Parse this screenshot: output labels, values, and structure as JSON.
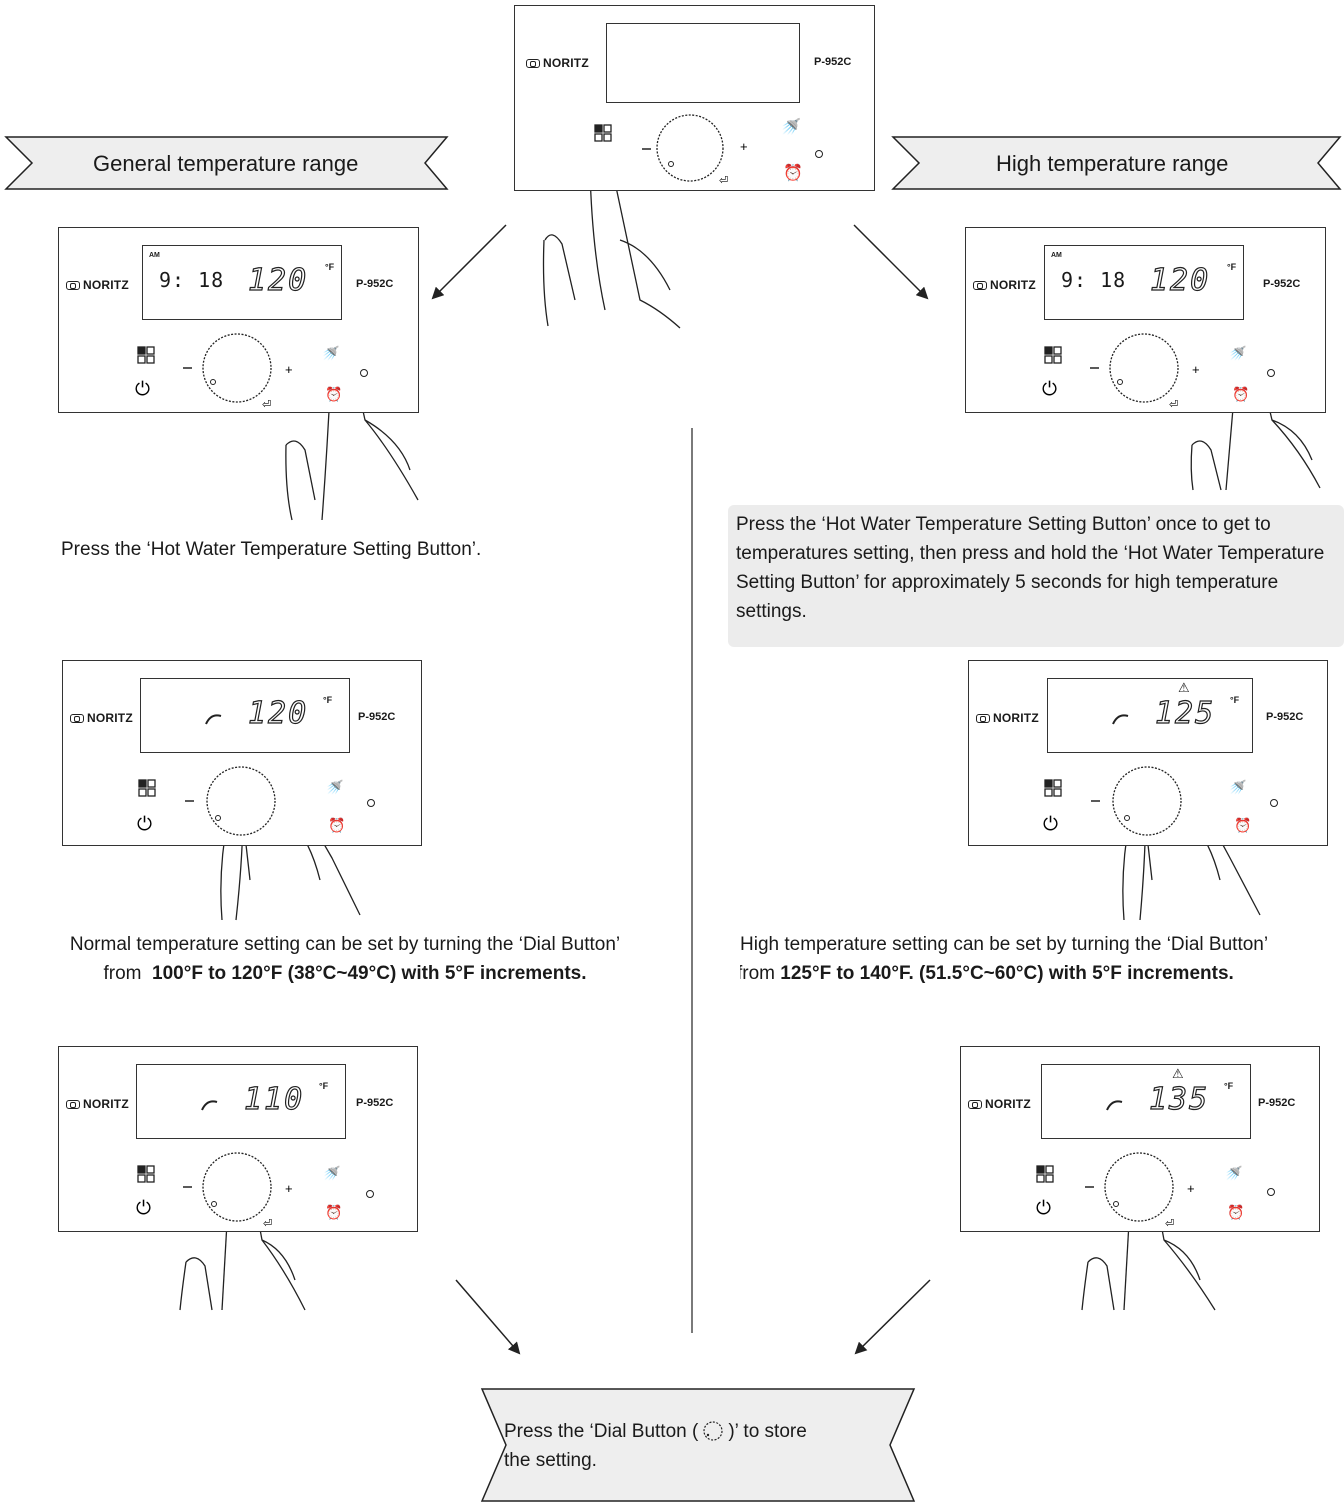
{
  "device": {
    "brand": "NORITZ",
    "model": "P-952C",
    "clock": "9: 18",
    "am": "AM",
    "unit": "°F"
  },
  "panels": {
    "top": {},
    "left1": {
      "temp": "120"
    },
    "right1": {
      "temp": "120"
    },
    "left2": {
      "temp": "120"
    },
    "right2": {
      "temp": "125"
    },
    "left3": {
      "temp": "110"
    },
    "right3": {
      "temp": "135"
    }
  },
  "labels": {
    "general": "General temperature range",
    "high": "High temperature range"
  },
  "instructions": {
    "left_press": "Press the ‘Hot Water Temperature Setting Button’.",
    "right_press": "Press the ‘Hot Water Temperature Setting Button’ once to get to temperatures setting, then press and hold the ‘Hot Water Temperature Setting Button’ for approximately 5 seconds for high temperature settings.",
    "left_dial_line1": "Normal temperature setting can be set by turning the ‘Dial Button’",
    "left_dial_prefix": "from",
    "left_dial_bold": "100°F to 120°F (38°C~49°C) with 5°F increments.",
    "right_dial_line1": "High temperature setting can be set by turning the ‘Dial Button’",
    "right_dial_prefix": "from",
    "right_dial_bold": "125°F to 140°F. (51.5°C~60°C) with 5°F increments.",
    "store_part1": "Press the ‘Dial Button (",
    "store_part2": ")’ to store",
    "store_line2": "the setting."
  },
  "colors": {
    "line": "#222222",
    "shade": "#ececec"
  }
}
